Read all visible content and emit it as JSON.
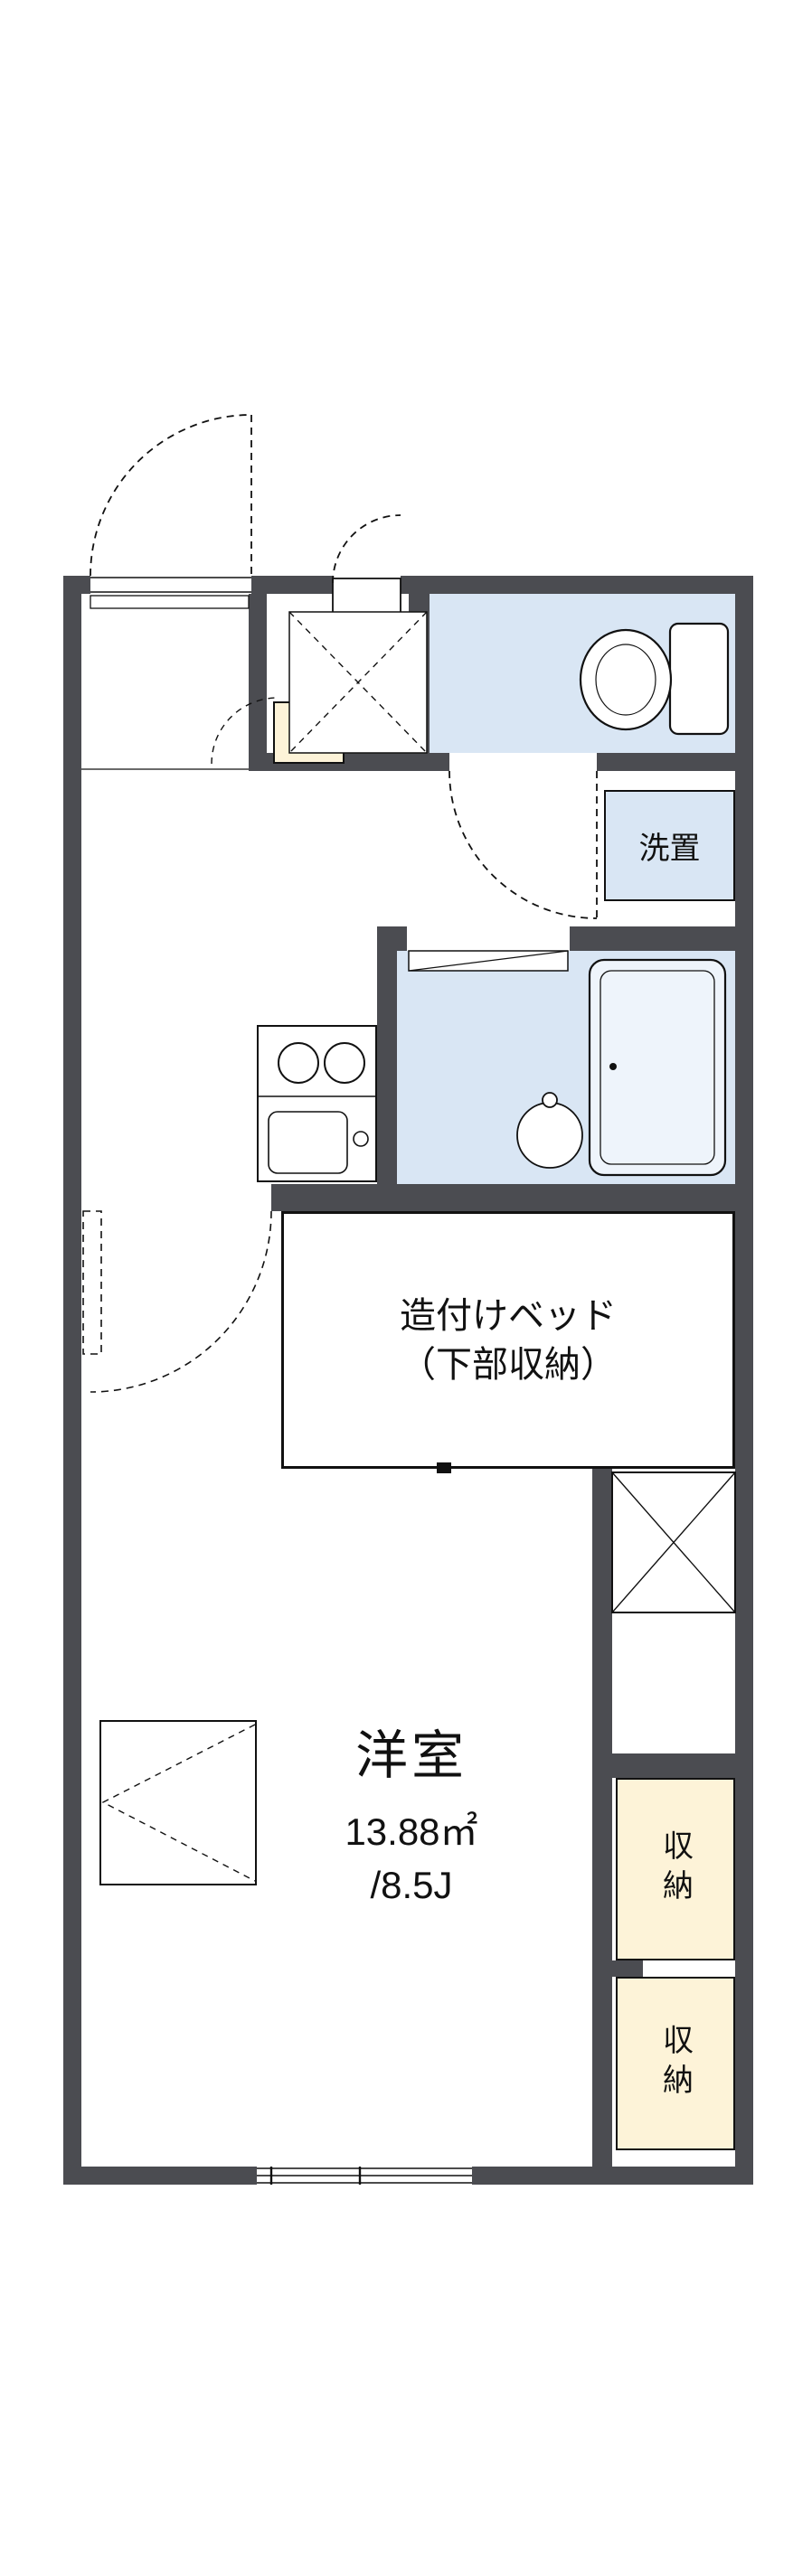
{
  "plan": {
    "type": "apartment-floor-plan",
    "colors": {
      "wall": "#4b4c51",
      "wet_area_floor": "#d9e6f4",
      "storage_fill": "#fdf3d8",
      "line": "#111111",
      "background": "#ffffff"
    },
    "rooms": {
      "laundry": {
        "label": "洗置"
      },
      "built_in_bed": {
        "label_line1": "造付けベッド",
        "label_line2": "（下部収納）"
      },
      "main_room": {
        "name": "洋室",
        "area_m2": "13.88㎡",
        "area_jo": "/8.5J"
      },
      "storage_upper": {
        "label": "収納"
      },
      "storage_lower": {
        "label": "収納"
      }
    },
    "fixtures": [
      "toilet",
      "bathtub",
      "wash-bowl",
      "two-burner-stove",
      "kitchen-sink",
      "washing-machine-space",
      "shoe-cabinet",
      "window",
      "entrance-door"
    ]
  }
}
